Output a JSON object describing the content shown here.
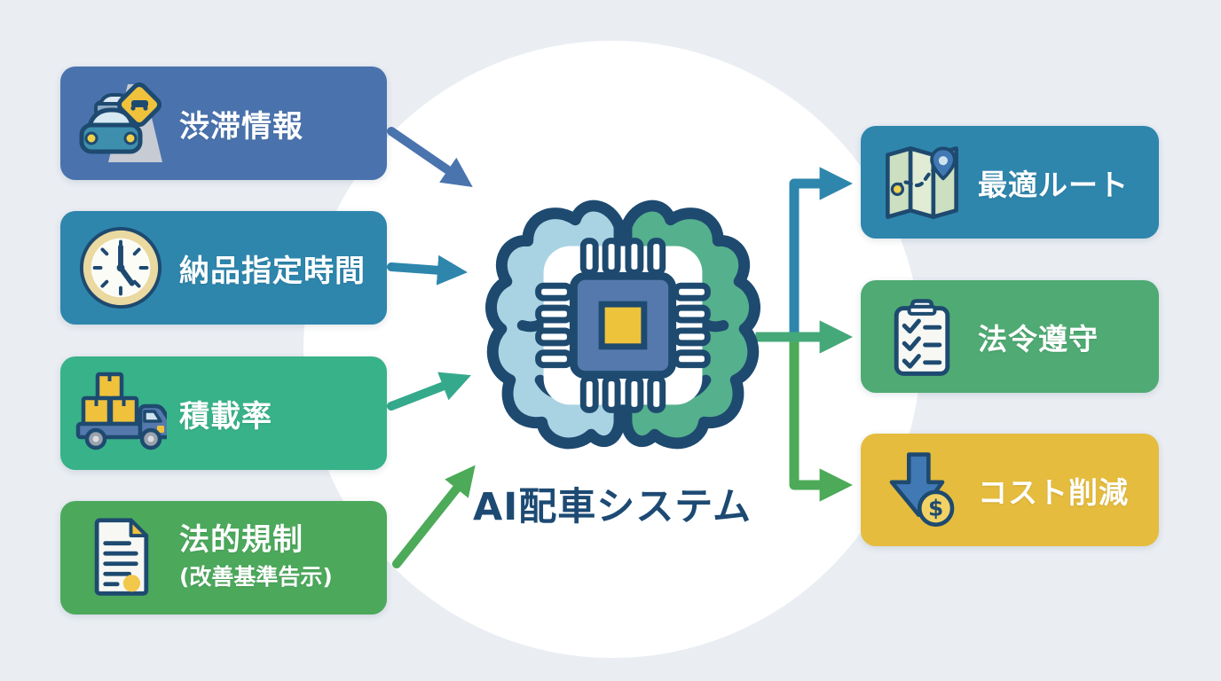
{
  "diagram": {
    "title": "AI配車システム",
    "center_icon": "ai-brain-chip",
    "inputs": [
      {
        "label": "渋滞情報",
        "icon": "traffic-jam-icon",
        "color": "#4a73ae"
      },
      {
        "label": "納品指定時間",
        "icon": "clock-icon",
        "color": "#2e86ad"
      },
      {
        "label": "積載率",
        "icon": "truck-load-icon",
        "color": "#38b289"
      },
      {
        "label": "法的規制",
        "sublabel": "(改善基準告示)",
        "icon": "document-icon",
        "color": "#4ca95c"
      }
    ],
    "outputs": [
      {
        "label": "最適ルート",
        "icon": "map-route-icon",
        "color": "#2e86ad"
      },
      {
        "label": "法令遵守",
        "icon": "clipboard-check-icon",
        "color": "#4fab73"
      },
      {
        "label": "コスト削減",
        "icon": "cost-down-icon",
        "color": "#e5bc3e"
      }
    ],
    "colors": {
      "background": "#eaeef3",
      "center_circle": "#ffffff",
      "outline_navy": "#1e4a70",
      "title_text": "#1d4a73",
      "arrow_blue": "#4a74ae",
      "arrow_teal": "#2e86ad",
      "arrow_teal_green": "#35a98c",
      "arrow_green": "#4caa58",
      "brain_left": "#a9d3e2",
      "brain_right": "#55b08d",
      "chip_body": "#5579ad",
      "chip_core": "#eec33c"
    }
  }
}
